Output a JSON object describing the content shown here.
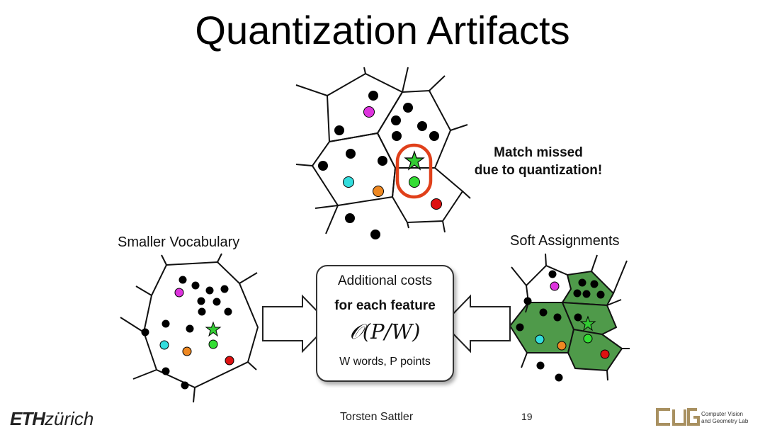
{
  "slide": {
    "title": "Quantization Artifacts",
    "match_label_line1": "Match missed",
    "match_label_line2": "due to quantization!",
    "smaller_vocab_label": "Smaller Vocabulary",
    "soft_assign_label": "Soft Assignments",
    "cost_line1": "Additional costs",
    "cost_line2": "for each feature",
    "complexity": "𝒪(P/W)",
    "cost_line3": "W words, P points",
    "author": "Torsten Sattler",
    "page_number": "19",
    "eth_logo_bold": "ETH",
    "eth_logo_italic": "zürich",
    "lab_line1": "Computer Vision",
    "lab_line2": "and Geometry Lab",
    "lab_logo_glyphs": "CVG"
  },
  "colors": {
    "soft_cell_fill": "#4f9a4a",
    "highlight_ring": "#e0401a",
    "star": "#33cc33",
    "magenta": "#dd33dd",
    "cyan": "#33dddd",
    "orange": "#ee8822",
    "green": "#33dd33",
    "red": "#dd1111",
    "lab_logo": "#a89060"
  }
}
